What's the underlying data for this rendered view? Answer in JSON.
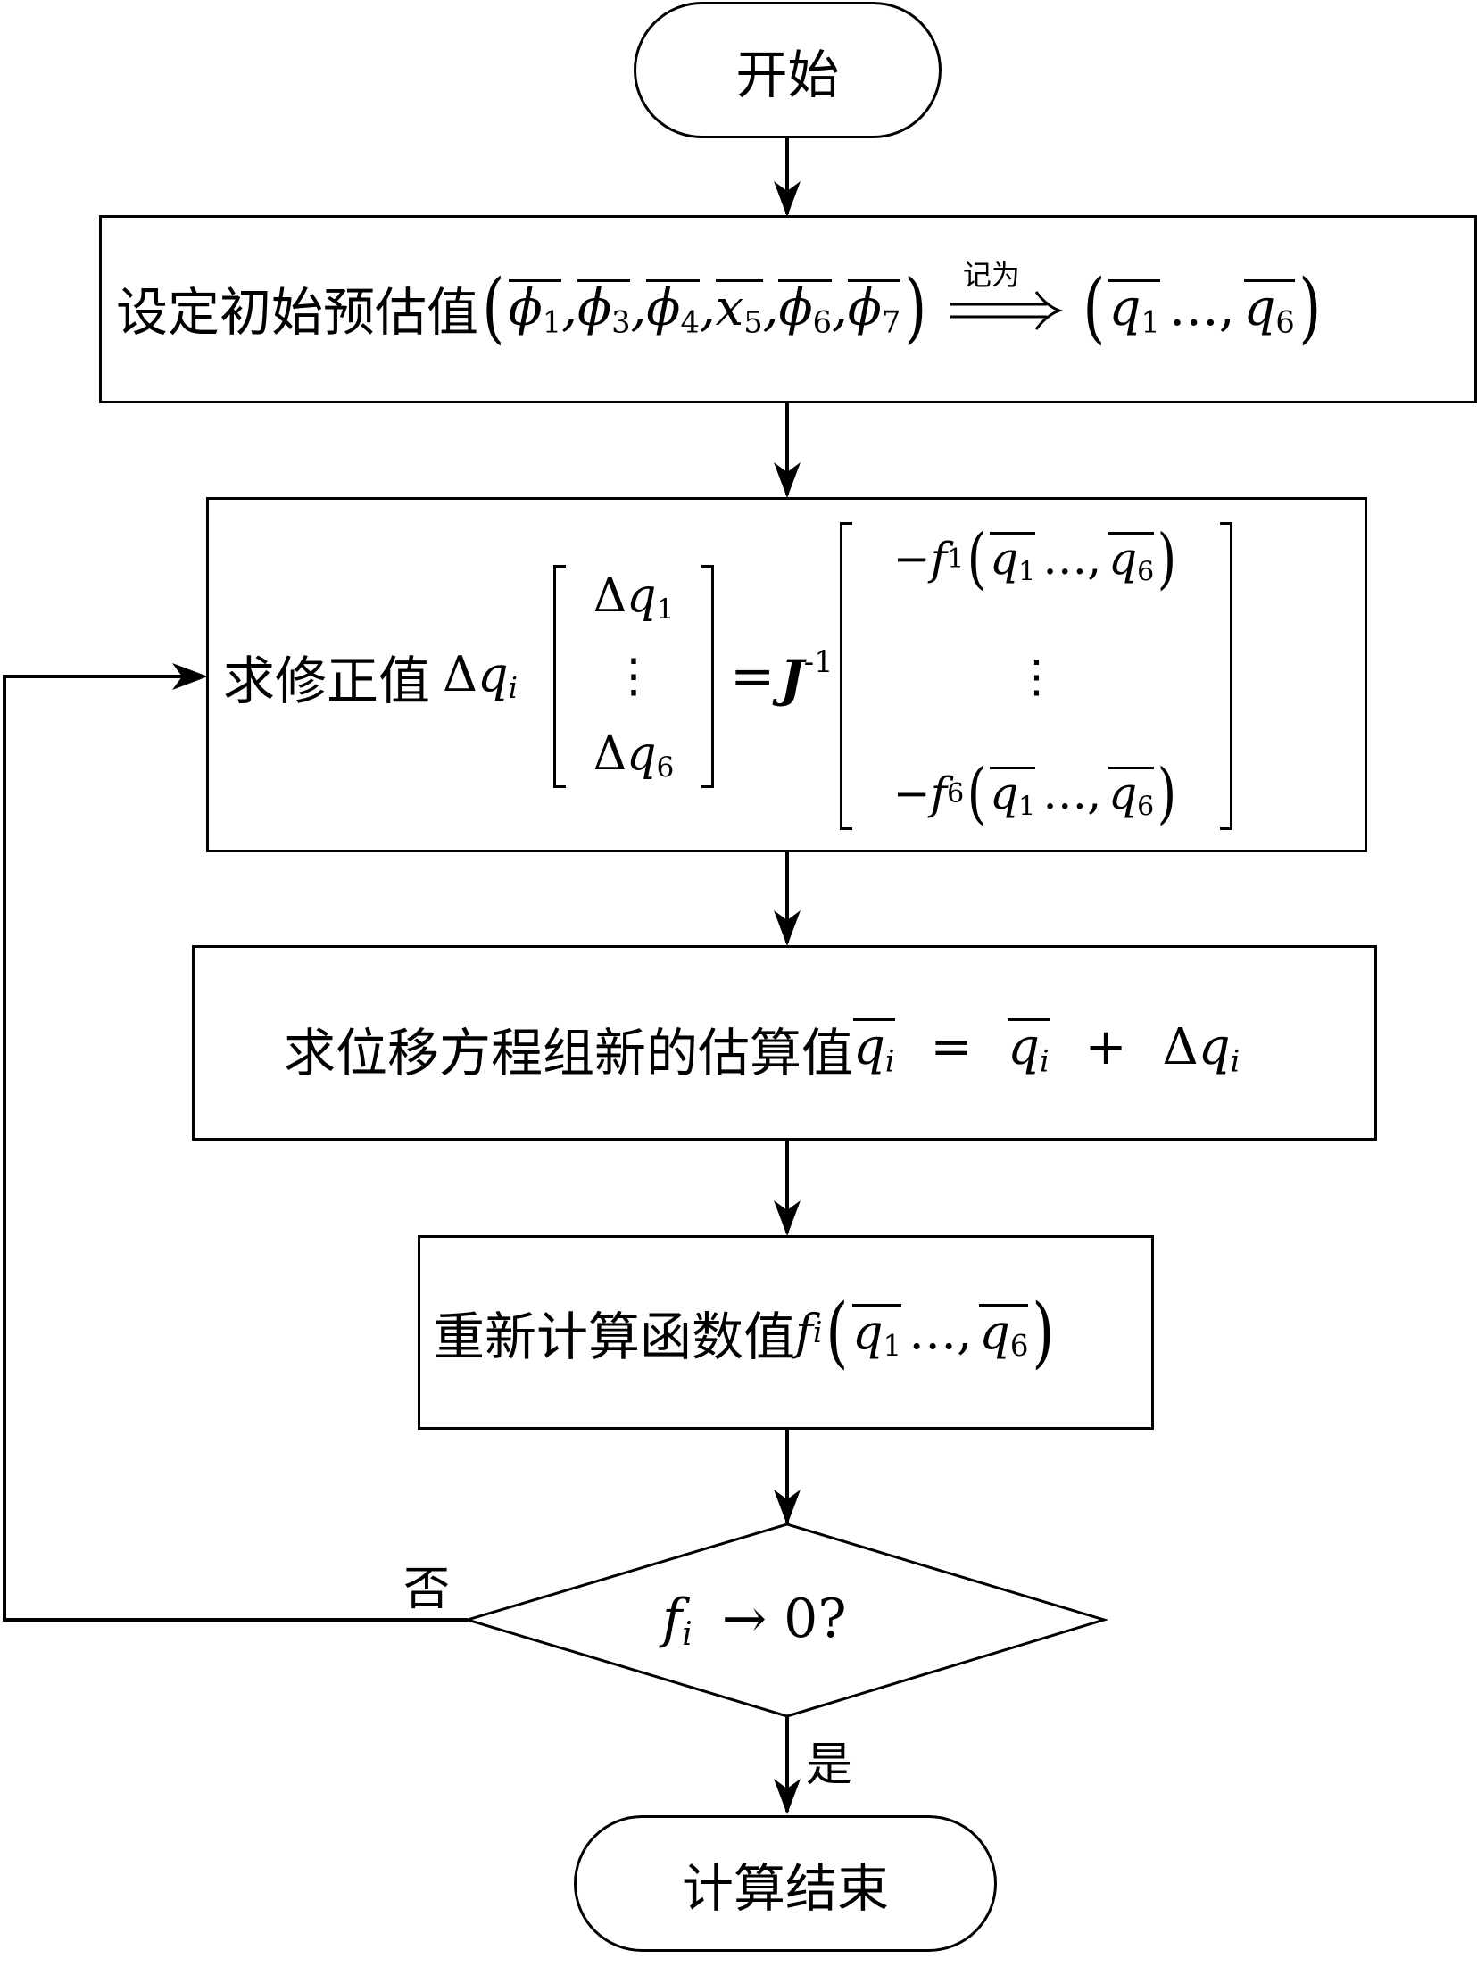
{
  "start_label": "开始",
  "end_label": "计算结束",
  "step1": {
    "text": "设定初始预估值",
    "vars": [
      "ϕ",
      "ϕ",
      "ϕ",
      "x",
      "ϕ",
      "ϕ"
    ],
    "subs": [
      "1",
      "3",
      "4",
      "5",
      "6",
      "7"
    ],
    "arrow_note": "记为",
    "q": "q",
    "q_first_sub": "1",
    "q_last_sub": "6",
    "ellipsis": "…,"
  },
  "step2": {
    "text": "求修正值",
    "delta": "Δ",
    "q": "q",
    "i": "i",
    "sub1": "1",
    "sub6": "6",
    "J": "J",
    "J_exp": "-1",
    "f": "f",
    "minus": "−",
    "equals": "=",
    "vdots": "⋮",
    "ellipsis": "…,"
  },
  "step3": {
    "text": "求位移方程组新的估算值",
    "equals": "=",
    "plus": "+",
    "delta": "Δ",
    "q": "q",
    "i": "i"
  },
  "step4": {
    "text": "重新计算函数值",
    "f": "f",
    "i": "i",
    "q": "q",
    "sub1": "1",
    "sub6": "6",
    "ellipsis": "…,"
  },
  "decision": {
    "f": "f",
    "i": "i",
    "rest": "→ 0?",
    "no_label": "否",
    "yes_label": "是"
  }
}
